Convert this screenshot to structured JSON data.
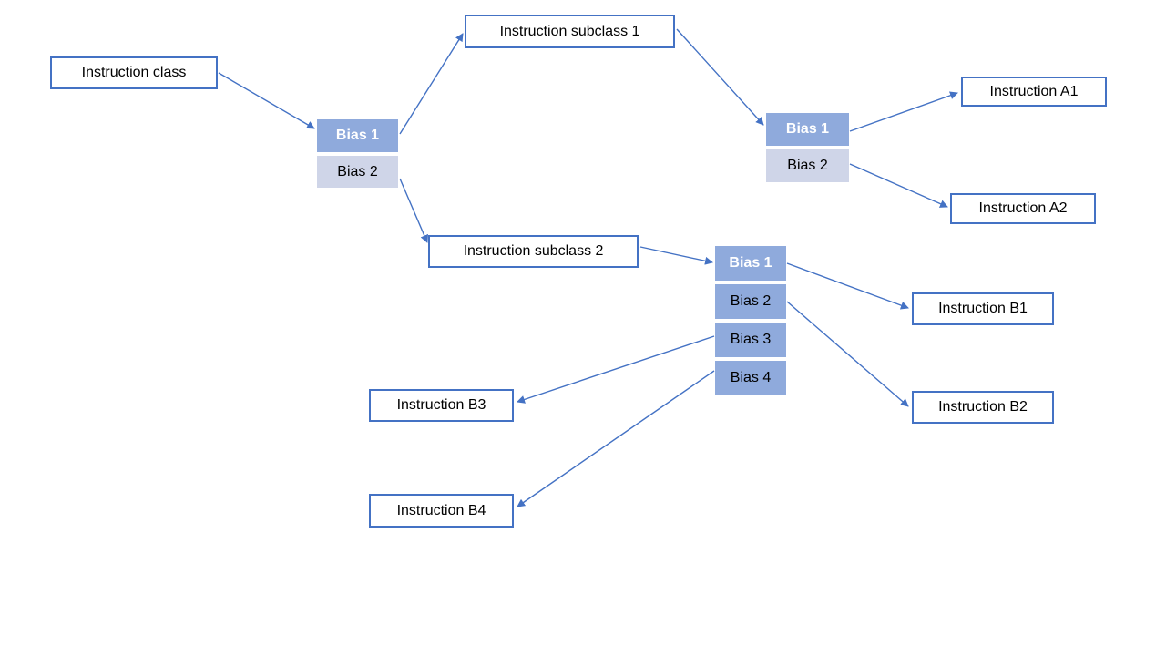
{
  "diagram": {
    "type": "flowchart-tree",
    "colors": {
      "background": "#FFFFFF",
      "box_border": "#4472C4",
      "arrow": "#4472C4",
      "bias_primary_fill": "#8FAADC",
      "bias_primary_text": "#FFFFFF",
      "bias_secondary_fill": "#CFD5E8",
      "text": "#000000"
    },
    "nodes": {
      "instruction_class": {
        "label": "Instruction class"
      },
      "root_bias1": {
        "label": "Bias 1"
      },
      "root_bias2": {
        "label": "Bias 2"
      },
      "subclass1": {
        "label": "Instruction subclass 1"
      },
      "subclass2": {
        "label": "Instruction subclass 2"
      },
      "a_bias1": {
        "label": "Bias 1"
      },
      "a_bias2": {
        "label": "Bias 2"
      },
      "instruction_a1": {
        "label": "Instruction A1"
      },
      "instruction_a2": {
        "label": "Instruction A2"
      },
      "b_bias1": {
        "label": "Bias 1"
      },
      "b_bias2": {
        "label": "Bias 2"
      },
      "b_bias3": {
        "label": "Bias 3"
      },
      "b_bias4": {
        "label": "Bias 4"
      },
      "instruction_b1": {
        "label": "Instruction B1"
      },
      "instruction_b2": {
        "label": "Instruction B2"
      },
      "instruction_b3": {
        "label": "Instruction B3"
      },
      "instruction_b4": {
        "label": "Instruction B4"
      }
    },
    "edges": [
      {
        "from": "instruction_class",
        "to": "root_bias1"
      },
      {
        "from": "root_bias1",
        "to": "subclass1"
      },
      {
        "from": "root_bias2",
        "to": "subclass2"
      },
      {
        "from": "subclass1",
        "to": "a_bias1"
      },
      {
        "from": "a_bias1",
        "to": "instruction_a1"
      },
      {
        "from": "a_bias2",
        "to": "instruction_a2"
      },
      {
        "from": "subclass2",
        "to": "b_bias1"
      },
      {
        "from": "b_bias1",
        "to": "instruction_b1"
      },
      {
        "from": "b_bias2",
        "to": "instruction_b2"
      },
      {
        "from": "b_bias3",
        "to": "instruction_b3"
      },
      {
        "from": "b_bias4",
        "to": "instruction_b4"
      }
    ]
  }
}
